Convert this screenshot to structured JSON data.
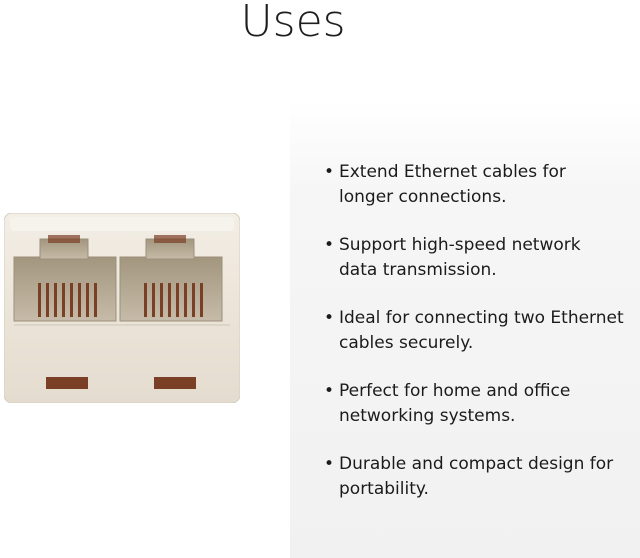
{
  "title": "Uses",
  "product": {
    "icon": "rj45-dual-coupler-image",
    "body_color": "#ece5d9",
    "port_color": "#b5aa98",
    "contact_color": "#7a3f25"
  },
  "features": [
    "Extend Ethernet cables for longer connections.",
    "Support high-speed network data transmission.",
    "Ideal for connecting two Ethernet cables securely.",
    "Perfect for home and office networking systems.",
    "Durable and compact design for portability."
  ],
  "bullet": "•"
}
